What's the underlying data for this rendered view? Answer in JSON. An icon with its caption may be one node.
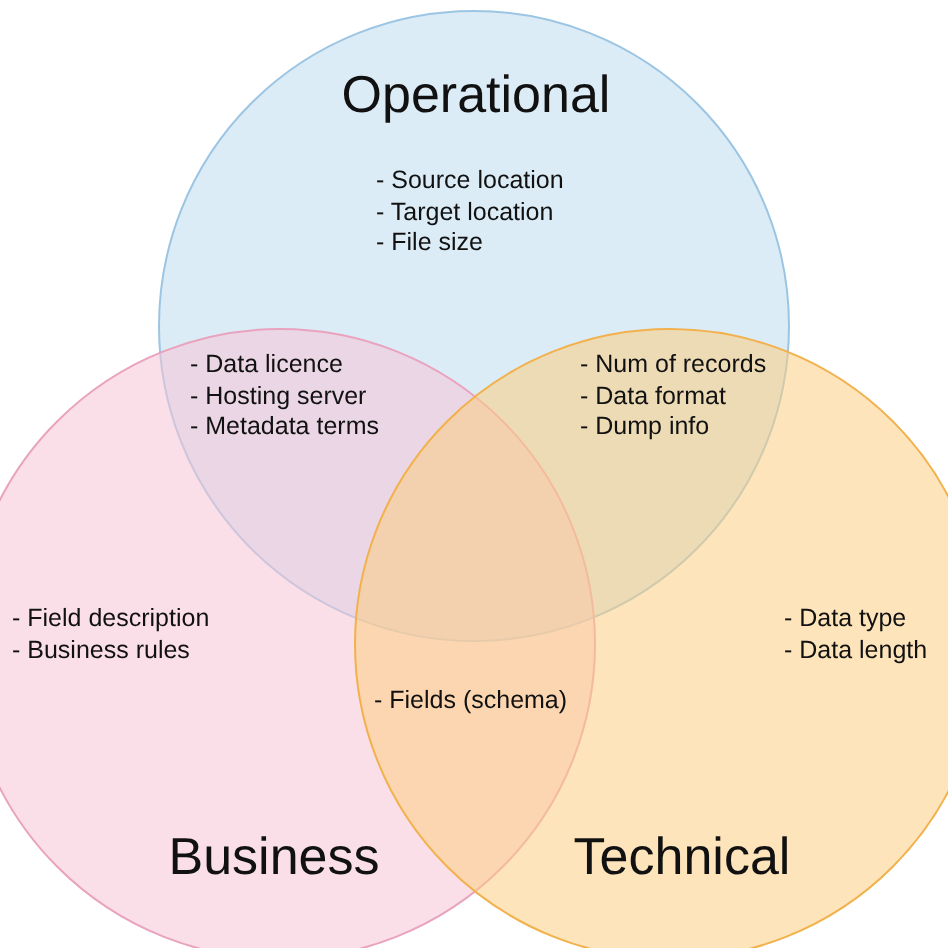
{
  "diagram": {
    "nodes": [
      {
        "text": [
          "Operational",
          "- Source location",
          "- Target location",
          "- File size"
        ]
      },
      {
        "text": [
          "- Field description",
          "- Business rules",
          "Business"
        ]
      },
      {
        "text": [
          "- Data type",
          "- Data length",
          "Technical"
        ]
      }
    ],
    "labels": [
      "- Data licence",
      "- Hosting server",
      "- Metadata terms",
      "- Num of records",
      "- Data format",
      "- Dump info",
      "- Fields (schema)"
    ]
  }
}
